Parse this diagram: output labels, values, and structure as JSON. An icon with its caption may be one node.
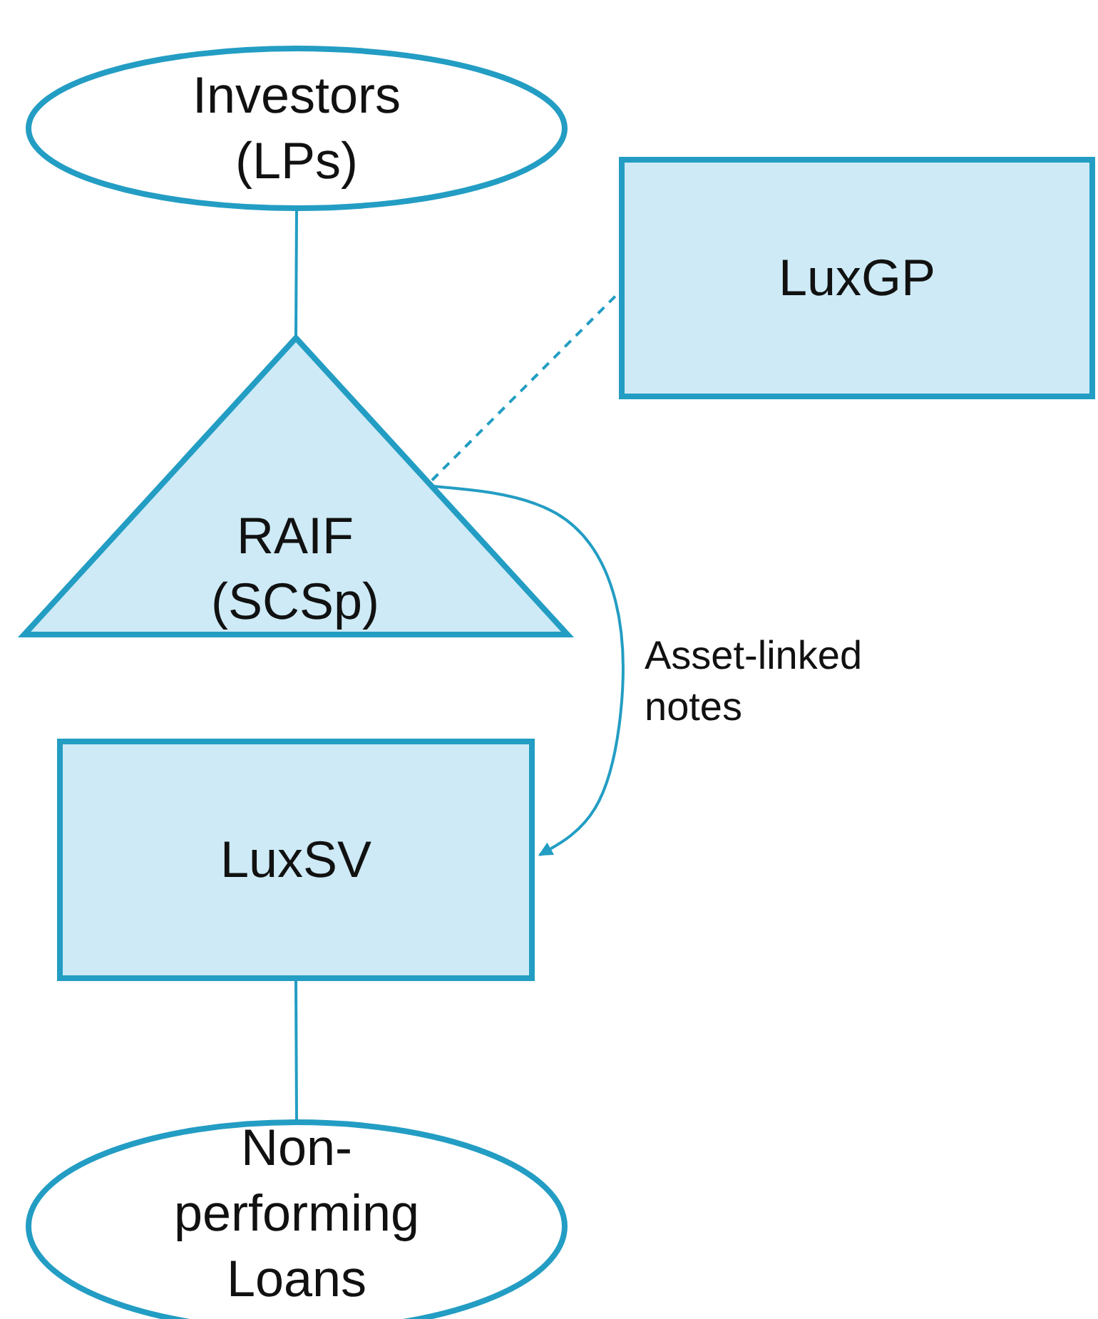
{
  "diagram": {
    "nodes": [
      {
        "text": [
          "Investors (LPs)"
        ]
      },
      {
        "text": [
          "LuxGP"
        ]
      },
      {
        "text": [
          "RAIF (SCSp)"
        ]
      },
      {
        "text": [
          "LuxSV"
        ]
      },
      {
        "text": [
          "Non- performing Loans"
        ]
      }
    ],
    "edges": [
      {
        "from": 0,
        "to": 2,
        "arrow": "none"
      },
      {
        "from": 2,
        "to": 1,
        "arrow": "none",
        "style": "dashed"
      },
      {
        "from": 2,
        "to": 3,
        "arrow": "to",
        "label": "Asset-linked notes"
      },
      {
        "from": 3,
        "to": 4,
        "arrow": "none"
      }
    ]
  }
}
